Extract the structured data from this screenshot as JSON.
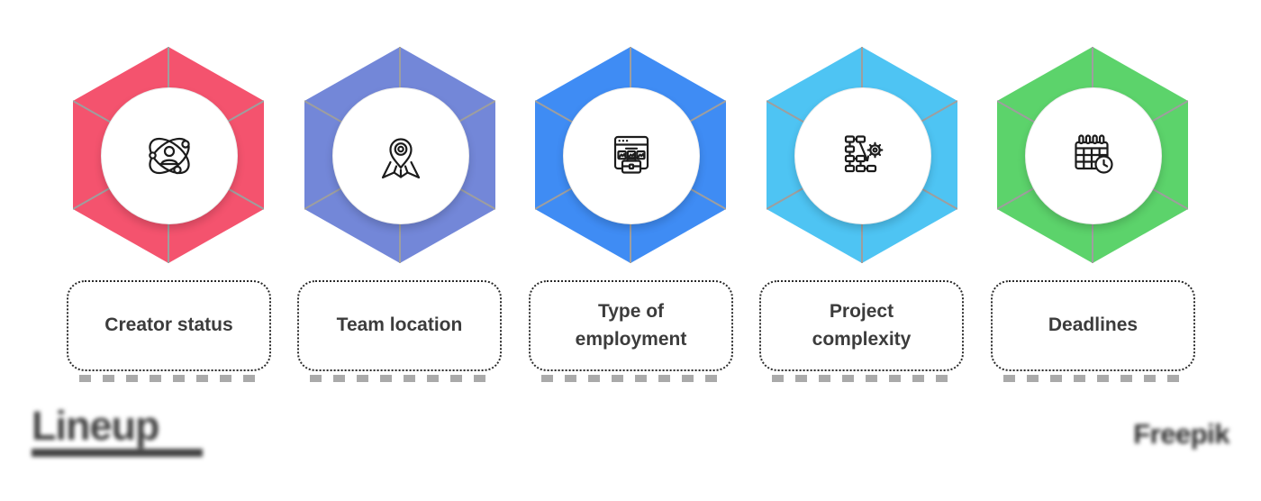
{
  "canvas": {
    "background": "#ffffff"
  },
  "items": [
    {
      "id": "creator-status",
      "label": "Creator status",
      "hex_color": "#f4536e",
      "icon": "creator-network-icon"
    },
    {
      "id": "team-location",
      "label": "Team location",
      "hex_color": "#7387d8",
      "icon": "map-location-icon"
    },
    {
      "id": "type-of-employment",
      "label": "Type of employment",
      "hex_color": "#3f8cf4",
      "icon": "job-listings-icon"
    },
    {
      "id": "project-complexity",
      "label": "Project complexity",
      "hex_color": "#4ec4f3",
      "icon": "flowchart-gear-icon"
    },
    {
      "id": "deadlines",
      "label": "Deadlines",
      "hex_color": "#5cd36b",
      "icon": "calendar-clock-icon"
    }
  ],
  "footer": {
    "logo_text": "Lineup",
    "credit_text": "Freepik"
  },
  "style": {
    "spoke_color": "#9e9e9e",
    "label_text_color": "#3c3c3c",
    "icon_stroke_color": "#1c1c1c"
  }
}
